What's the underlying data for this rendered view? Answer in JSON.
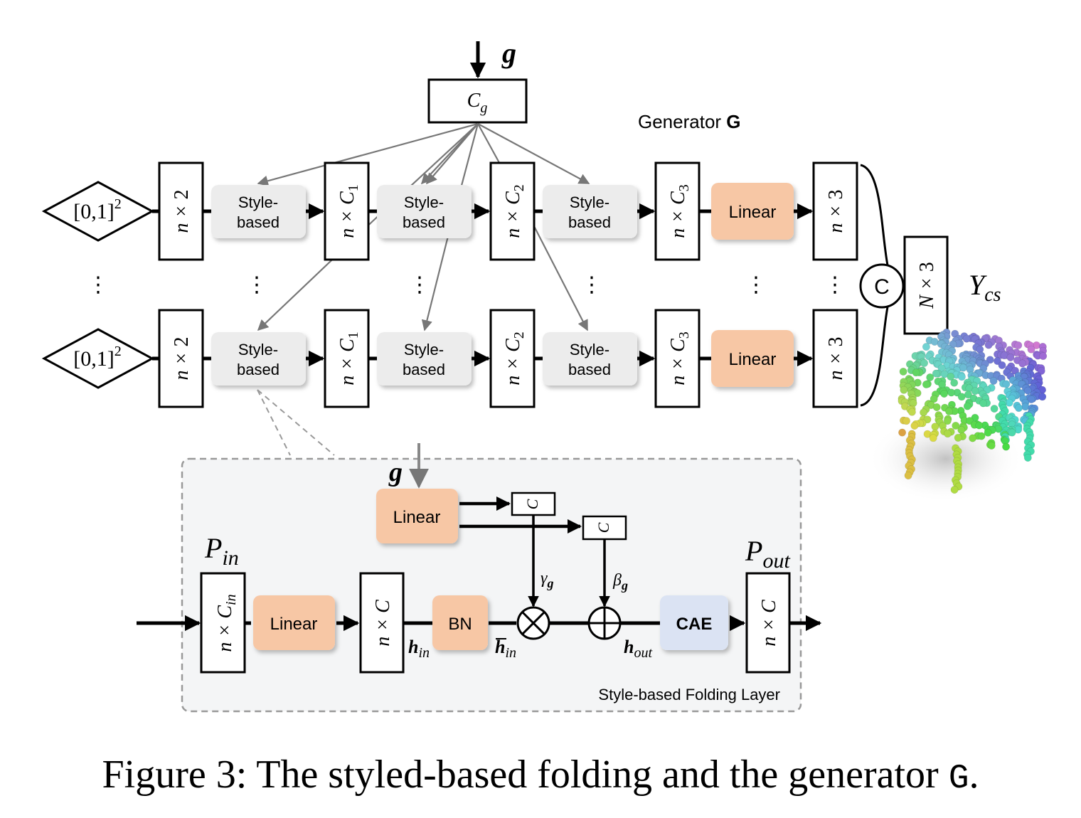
{
  "input_symbol": "g",
  "cg_box": {
    "label": "C",
    "sub": "g"
  },
  "generator_label": {
    "text": "Generator ",
    "bold": "G"
  },
  "rows": [
    {
      "input": {
        "base": "[0,1]",
        "sup": "2"
      },
      "dims": [
        {
          "pre": "n × ",
          "var": "2",
          "sub": ""
        },
        {
          "pre": "n × ",
          "var": "C",
          "sub": "1"
        },
        {
          "pre": "n × ",
          "var": "C",
          "sub": "2"
        },
        {
          "pre": "n × ",
          "var": "C",
          "sub": "3"
        },
        {
          "pre": "n × ",
          "var": "3",
          "sub": ""
        }
      ],
      "blocks": [
        {
          "line1": "Style-",
          "line2": "based"
        },
        {
          "line1": "Style-",
          "line2": "based"
        },
        {
          "line1": "Style-",
          "line2": "based"
        }
      ],
      "linear": "Linear"
    },
    {
      "input": {
        "base": "[0,1]",
        "sup": "2"
      },
      "dims": [
        {
          "pre": "n × ",
          "var": "2",
          "sub": ""
        },
        {
          "pre": "n × ",
          "var": "C",
          "sub": "1"
        },
        {
          "pre": "n × ",
          "var": "C",
          "sub": "2"
        },
        {
          "pre": "n × ",
          "var": "C",
          "sub": "3"
        },
        {
          "pre": "n × ",
          "var": "3",
          "sub": ""
        }
      ],
      "blocks": [
        {
          "line1": "Style-",
          "line2": "based"
        },
        {
          "line1": "Style-",
          "line2": "based"
        },
        {
          "line1": "Style-",
          "line2": "based"
        }
      ],
      "linear": "Linear"
    }
  ],
  "ellipsis": "⋮",
  "concat": "C",
  "output_box": {
    "pre": "N × ",
    "var": "3"
  },
  "output_symbol": {
    "base": "Y",
    "sub": "cs"
  },
  "inset": {
    "g_symbol": "g",
    "linear_top": "Linear",
    "c_box": "C",
    "p_in": {
      "base": "P",
      "sub": "in"
    },
    "p_out": {
      "base": "P",
      "sub": "out"
    },
    "dim_in": {
      "pre": "n × ",
      "var": "C",
      "sub": "in"
    },
    "linear_main": "Linear",
    "dim_mid": {
      "pre": "n × ",
      "var": "C"
    },
    "bn": "BN",
    "gamma": {
      "base": "γ",
      "sub": "g"
    },
    "beta": {
      "base": "β",
      "sub": "g"
    },
    "h_in": {
      "base": "h",
      "sub": "in"
    },
    "h_bar_in": {
      "base": "h",
      "sub": "in"
    },
    "h_out": {
      "base": "h",
      "sub": "out"
    },
    "cae": "CAE",
    "dim_out": {
      "pre": "n × ",
      "var": "C"
    },
    "label": "Style-based Folding Layer"
  },
  "caption": {
    "text": "Figure 3: The styled-based folding and the generator ",
    "mono": "G",
    "end": "."
  }
}
